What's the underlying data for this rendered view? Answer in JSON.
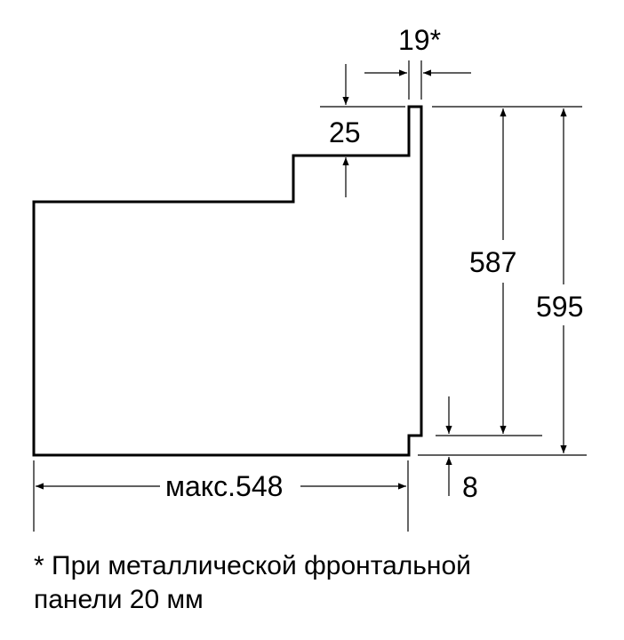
{
  "dimensions": {
    "front_panel": "19*",
    "top_step": "25",
    "inner_height": "587",
    "total_height": "595",
    "bottom_gap": "8",
    "max_depth": "макс.548"
  },
  "footnote": {
    "line1": "* При металлической фронтальной",
    "line2": "панели 20 мм"
  },
  "colors": {
    "line": "#000000",
    "background": "#ffffff"
  }
}
